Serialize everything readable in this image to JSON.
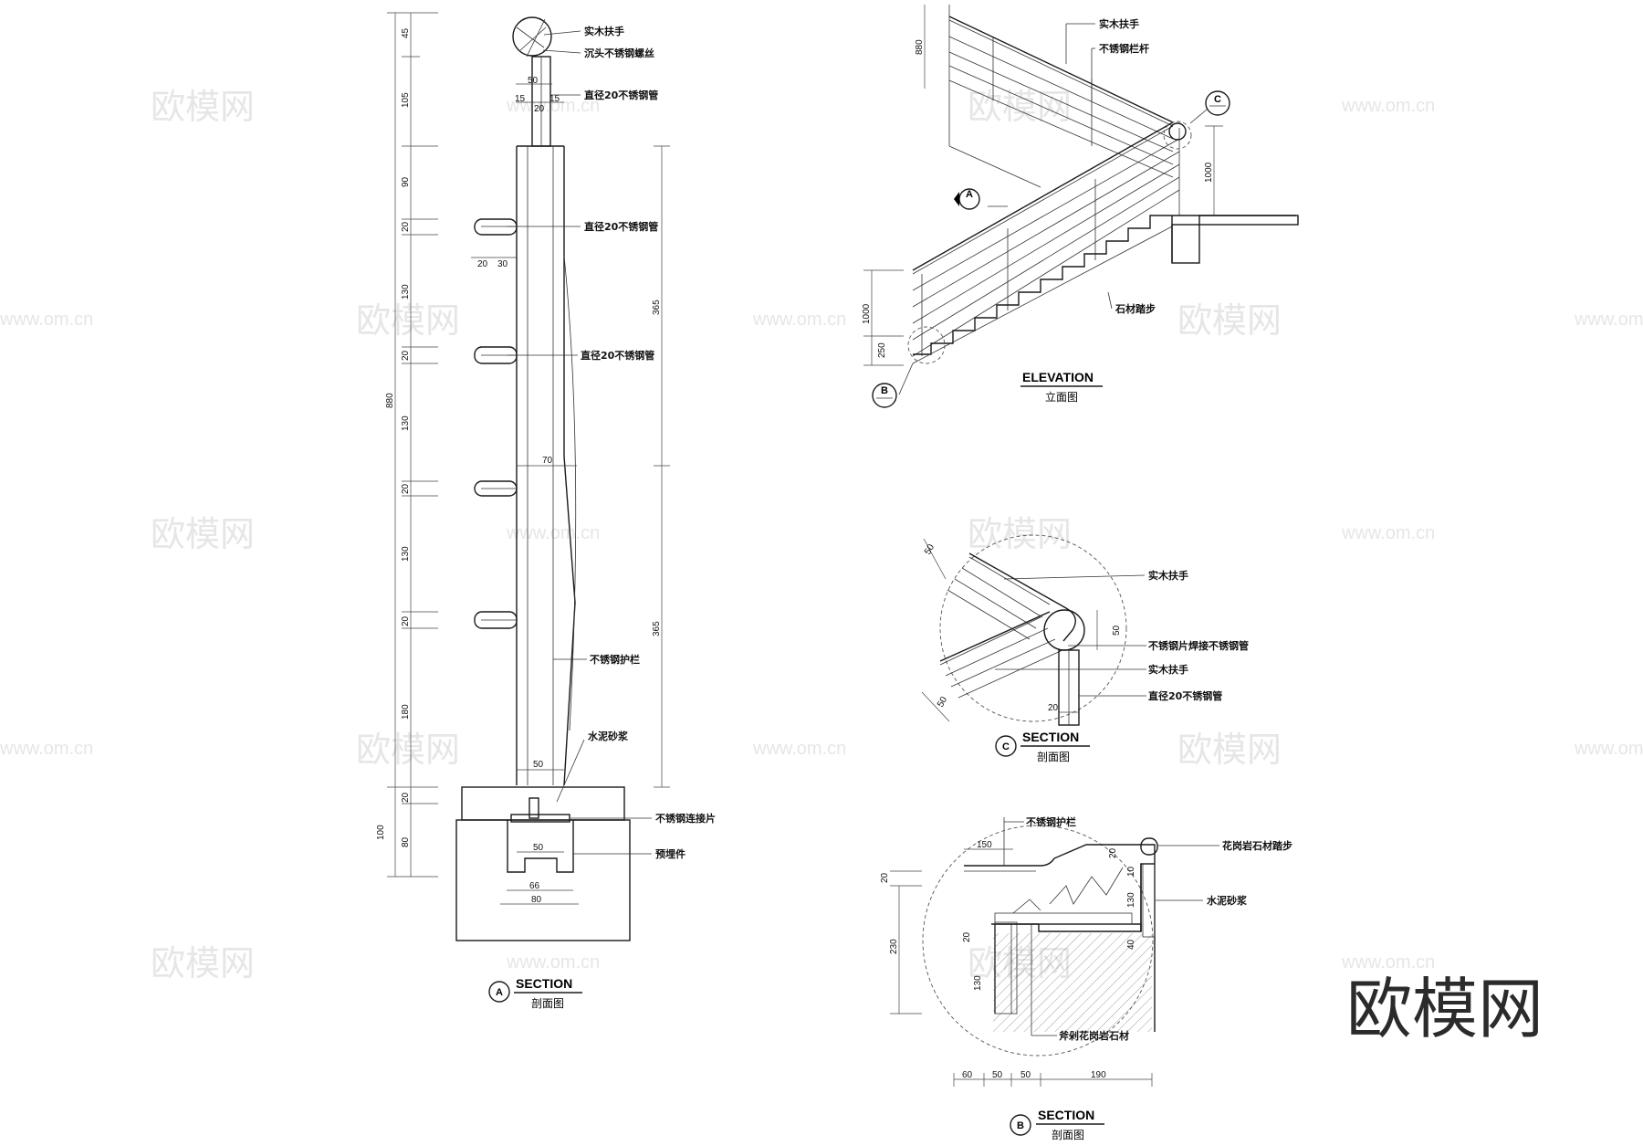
{
  "watermark": {
    "brand": "欧模网",
    "url": "www.om.cn"
  },
  "logo": "欧模网",
  "section_a": {
    "title": "SECTION",
    "subtitle": "剖面图",
    "tag": "A",
    "labels": {
      "handrail": "实木扶手",
      "screw": "沉头不锈钢螺丝",
      "tube_top": "直径20不锈钢管",
      "tube_1": "直径20不锈钢管",
      "tube_2": "直径20不锈钢管",
      "post": "不锈钢护栏",
      "mortar": "水泥砂浆",
      "plate": "不锈钢连接片",
      "embed": "预埋件"
    },
    "dims_left": [
      "45",
      "105",
      "90",
      "20",
      "130",
      "20",
      "130",
      "20",
      "130",
      "20",
      "180",
      "20",
      "80"
    ],
    "dim_total": "880",
    "dim_base": "100",
    "dims_right": [
      "365",
      "365"
    ],
    "dims_h": {
      "w50_top": "50",
      "a15": "15",
      "a20": "20",
      "b15": "15",
      "r20": "20",
      "r30": "30",
      "w70": "70",
      "w50_bot": "50",
      "e50": "50",
      "e66": "66",
      "e80": "80"
    }
  },
  "elevation": {
    "title": "ELEVATION",
    "subtitle": "立面图",
    "labels": {
      "handrail": "实木扶手",
      "baluster": "不锈钢栏杆",
      "tread": "石材踏步"
    },
    "dims": {
      "h880": "880",
      "h1000_r": "1000",
      "h1000_l": "1000",
      "h250": "250"
    },
    "tags": {
      "a": "A",
      "b": "B",
      "c": "C"
    }
  },
  "section_c": {
    "title": "SECTION",
    "subtitle": "剖面图",
    "tag": "C",
    "labels": {
      "handrail": "实木扶手",
      "weld": "不锈钢片焊接不锈钢管",
      "handrail2": "实木扶手",
      "tube": "直径20不锈钢管"
    },
    "dims": {
      "d50a": "50",
      "d50b": "50",
      "d50c": "50",
      "d20": "20"
    }
  },
  "section_b": {
    "title": "SECTION",
    "subtitle": "剖面图",
    "tag": "B",
    "labels": {
      "post": "不锈钢护栏",
      "granite_tread": "花岗岩石材踏步",
      "mortar": "水泥砂浆",
      "granite": "斧剁花岗岩石材"
    },
    "dims": {
      "d150": "150",
      "d20a": "20",
      "d230": "230",
      "d20b": "20",
      "d10": "10",
      "d130a": "130",
      "d40": "40",
      "d20c": "20",
      "d130b": "130",
      "b60": "60",
      "b50a": "50",
      "b50b": "50",
      "b190": "190"
    }
  }
}
